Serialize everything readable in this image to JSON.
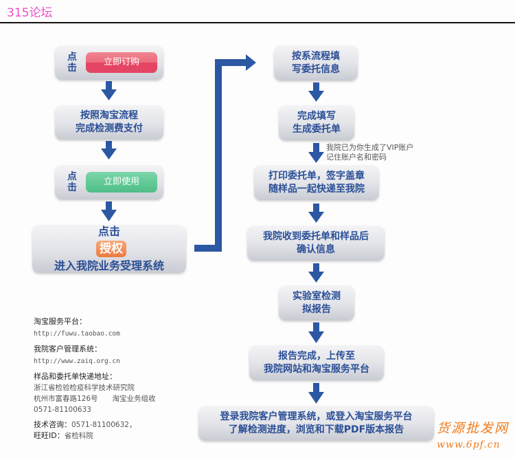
{
  "header": {
    "title": "315论坛"
  },
  "left_flow": {
    "step1": {
      "side_label": [
        "点",
        "击"
      ],
      "button_label": "立即订购",
      "button_color": "#e44563"
    },
    "step2": {
      "lines": [
        "按照淘宝流程",
        "完成检测费支付"
      ]
    },
    "step3": {
      "side_label": [
        "点",
        "击"
      ],
      "button_label": "立即使用",
      "button_color": "#5fc794"
    },
    "step4": {
      "prefix": "点击",
      "badge_label": "授权",
      "badge_color": "#ec7a41",
      "line2": "进入我院业务受理系统"
    }
  },
  "right_flow": {
    "step1": {
      "lines": [
        "按系流程填",
        "写委托信息"
      ]
    },
    "step2": {
      "lines": [
        "完成填写",
        "生成委托单"
      ]
    },
    "note": [
      "我院已为你生成了VIP账户",
      "记住账户名和密码"
    ],
    "step3": {
      "lines": [
        "打印委托单，签字盖章",
        "随样品一起快递至我院"
      ]
    },
    "step4": {
      "lines": [
        "我院收到委托单和样品后",
        "确认信息"
      ]
    },
    "step5": {
      "lines": [
        "实验室检测",
        "拟报告"
      ]
    },
    "step6": {
      "lines": [
        "报告完成，上传至",
        "我院网站和淘宝服务平台"
      ]
    },
    "step7": {
      "lines": [
        "登录我院客户管理系统，或登入淘宝服务平台",
        "了解检测进度，浏览和下载PDF版本报告"
      ]
    }
  },
  "info": {
    "taobao_label": "淘宝服务平台：",
    "taobao_url": "http://fuwu.taobao.com",
    "system_label": "我院客户管理系统：",
    "system_url": "http://www.zaiq.org.cn",
    "address_label": "样品和委托单快递地址：",
    "address_line1": "浙江省检验检疫科学技术研究院",
    "address_line2": "杭州市富春路126号　　淘宝业务组收",
    "address_phone": "0571-81100633",
    "consult_label": "技术咨询：",
    "consult_value": "0571-81100632，",
    "wangwang_label": "旺旺ID：",
    "wangwang_value": "省检科院"
  },
  "watermark": {
    "line1": "货源批发网",
    "line2": "www.6pf.cn"
  },
  "colors": {
    "arrow": "#2b57a3",
    "box_text": "#2a4f96",
    "header": "#ee4fc7",
    "watermark": "#f07b1d"
  }
}
